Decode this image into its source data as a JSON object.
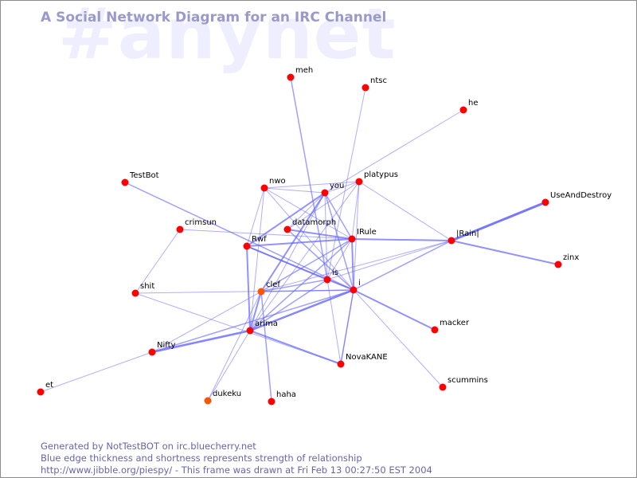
{
  "watermark": "#anynet",
  "title": "A Social Network Diagram for an IRC Channel",
  "footer": {
    "line1": "Generated by NotTestBOT on irc.bluecherry.net",
    "line2": "Blue edge thickness and shortness represents strength of relationship",
    "line3": "http://www.jibble.org/piespy/ - This frame was drawn at Fri Feb 13 00:27:50 EST 2004"
  },
  "colors": {
    "background": "#ffffff",
    "node": "#ff0000",
    "node_recent": "#ff5500",
    "edge": "#6666ff",
    "title": "#9999cc",
    "watermark": "#eeeeff",
    "footer": "#6666aa"
  },
  "nodes": [
    {
      "id": "meh",
      "label": "meh"
    },
    {
      "id": "ntsc",
      "label": "ntsc"
    },
    {
      "id": "he",
      "label": "he"
    },
    {
      "id": "TestBot",
      "label": "TestBot"
    },
    {
      "id": "nwo",
      "label": "nwo"
    },
    {
      "id": "you",
      "label": "you"
    },
    {
      "id": "platypus",
      "label": "platypus"
    },
    {
      "id": "UseAndDestroy",
      "label": "UseAndDestroy"
    },
    {
      "id": "crimsun",
      "label": "crimsun"
    },
    {
      "id": "datamorph",
      "label": "datamorph"
    },
    {
      "id": "Rwf",
      "label": "Rwf"
    },
    {
      "id": "IRule",
      "label": "IRule"
    },
    {
      "id": "Rain",
      "label": "|Rain|"
    },
    {
      "id": "zinx",
      "label": "zinx"
    },
    {
      "id": "is",
      "label": "is"
    },
    {
      "id": "shit",
      "label": "shit"
    },
    {
      "id": "clef",
      "label": "clef",
      "recent": true
    },
    {
      "id": "i",
      "label": "i"
    },
    {
      "id": "arima",
      "label": "arima"
    },
    {
      "id": "macker",
      "label": "macker"
    },
    {
      "id": "Nifty",
      "label": "Nifty"
    },
    {
      "id": "NovaKANE",
      "label": "NovaKANE"
    },
    {
      "id": "scummins",
      "label": "scummins"
    },
    {
      "id": "et",
      "label": "et"
    },
    {
      "id": "dukeku",
      "label": "dukeku",
      "recent": true
    },
    {
      "id": "haha",
      "label": "haha"
    }
  ],
  "edges": [
    {
      "from": "meh",
      "to": "is",
      "weight": 1.5
    },
    {
      "from": "ntsc",
      "to": "is",
      "weight": 1
    },
    {
      "from": "he",
      "to": "you",
      "weight": 1
    },
    {
      "from": "TestBot",
      "to": "i",
      "weight": 1.5
    },
    {
      "from": "nwo",
      "to": "you",
      "weight": 1
    },
    {
      "from": "nwo",
      "to": "platypus",
      "weight": 1
    },
    {
      "from": "nwo",
      "to": "Rwf",
      "weight": 1
    },
    {
      "from": "nwo",
      "to": "arima",
      "weight": 1
    },
    {
      "from": "nwo",
      "to": "i",
      "weight": 1
    },
    {
      "from": "nwo",
      "to": "IRule",
      "weight": 1
    },
    {
      "from": "you",
      "to": "platypus",
      "weight": 1
    },
    {
      "from": "you",
      "to": "Rwf",
      "weight": 2
    },
    {
      "from": "you",
      "to": "IRule",
      "weight": 1.5
    },
    {
      "from": "you",
      "to": "is",
      "weight": 1
    },
    {
      "from": "you",
      "to": "clef",
      "weight": 2
    },
    {
      "from": "you",
      "to": "arima",
      "weight": 1
    },
    {
      "from": "you",
      "to": "i",
      "weight": 1.5
    },
    {
      "from": "you",
      "to": "datamorph",
      "weight": 1
    },
    {
      "from": "platypus",
      "to": "datamorph",
      "weight": 1
    },
    {
      "from": "platypus",
      "to": "IRule",
      "weight": 1
    },
    {
      "from": "platypus",
      "to": "arima",
      "weight": 1
    },
    {
      "from": "platypus",
      "to": "i",
      "weight": 1
    },
    {
      "from": "platypus",
      "to": "Rain",
      "weight": 1
    },
    {
      "from": "UseAndDestroy",
      "to": "Rain",
      "weight": 3
    },
    {
      "from": "crimsun",
      "to": "IRule",
      "weight": 1
    },
    {
      "from": "crimsun",
      "to": "shit",
      "weight": 1
    },
    {
      "from": "datamorph",
      "to": "IRule",
      "weight": 2
    },
    {
      "from": "datamorph",
      "to": "i",
      "weight": 1.5
    },
    {
      "from": "Rwf",
      "to": "IRule",
      "weight": 2
    },
    {
      "from": "Rwf",
      "to": "is",
      "weight": 2
    },
    {
      "from": "Rwf",
      "to": "arima",
      "weight": 2
    },
    {
      "from": "Rwf",
      "to": "i",
      "weight": 1.5
    },
    {
      "from": "IRule",
      "to": "Rain",
      "weight": 2
    },
    {
      "from": "IRule",
      "to": "clef",
      "weight": 1.5
    },
    {
      "from": "IRule",
      "to": "arima",
      "weight": 1.5
    },
    {
      "from": "IRule",
      "to": "i",
      "weight": 2
    },
    {
      "from": "IRule",
      "to": "is",
      "weight": 1
    },
    {
      "from": "Rain",
      "to": "zinx",
      "weight": 2
    },
    {
      "from": "Rain",
      "to": "i",
      "weight": 1.5
    },
    {
      "from": "Rain",
      "to": "is",
      "weight": 1
    },
    {
      "from": "Rain",
      "to": "clef",
      "weight": 1
    },
    {
      "from": "is",
      "to": "clef",
      "weight": 1.5
    },
    {
      "from": "is",
      "to": "i",
      "weight": 1.5
    },
    {
      "from": "is",
      "to": "arima",
      "weight": 1.5
    },
    {
      "from": "is",
      "to": "NovaKANE",
      "weight": 1
    },
    {
      "from": "shit",
      "to": "i",
      "weight": 1
    },
    {
      "from": "shit",
      "to": "NovaKANE",
      "weight": 1
    },
    {
      "from": "clef",
      "to": "i",
      "weight": 1.5
    },
    {
      "from": "clef",
      "to": "arima",
      "weight": 2
    },
    {
      "from": "clef",
      "to": "Nifty",
      "weight": 1
    },
    {
      "from": "clef",
      "to": "haha",
      "weight": 1.5
    },
    {
      "from": "clef",
      "to": "dukeku",
      "weight": 1
    },
    {
      "from": "i",
      "to": "arima",
      "weight": 2.5
    },
    {
      "from": "i",
      "to": "macker",
      "weight": 2
    },
    {
      "from": "i",
      "to": "NovaKANE",
      "weight": 1.5
    },
    {
      "from": "i",
      "to": "scummins",
      "weight": 1
    },
    {
      "from": "i",
      "to": "Nifty",
      "weight": 1.5
    },
    {
      "from": "arima",
      "to": "Nifty",
      "weight": 2.5
    },
    {
      "from": "arima",
      "to": "NovaKANE",
      "weight": 2
    },
    {
      "from": "arima",
      "to": "dukeku",
      "weight": 1
    },
    {
      "from": "Nifty",
      "to": "et",
      "weight": 1
    },
    {
      "from": "NovaKANE",
      "to": "i",
      "weight": 1
    }
  ]
}
